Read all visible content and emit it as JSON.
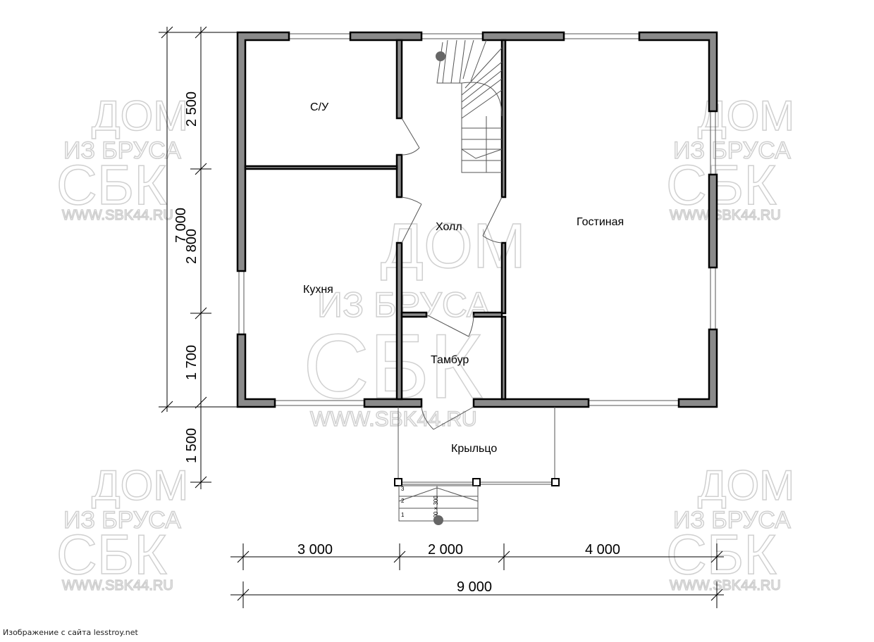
{
  "rooms": {
    "bathroom": "С/У",
    "hall": "Холл",
    "living": "Гостиная",
    "kitchen": "Кухня",
    "vestibule": "Тамбур",
    "porch": "Крыльцо"
  },
  "dimensions": {
    "left_total": "7 000",
    "left_segments": [
      "2 500",
      "2 800",
      "1 700",
      "1 500"
    ],
    "bottom_segments": [
      "3 000",
      "2 000",
      "4 000"
    ],
    "bottom_total": "9 000"
  },
  "steps": {
    "numbers": [
      "1",
      "2",
      "3"
    ],
    "size": "200 × 300"
  },
  "watermark": {
    "line1": "ДОМ",
    "line2": "ИЗ БРУСА",
    "line3": "СБК",
    "url": "WWW.SBK44.RU"
  },
  "caption": "Изображение с сайта lesstroy.net"
}
